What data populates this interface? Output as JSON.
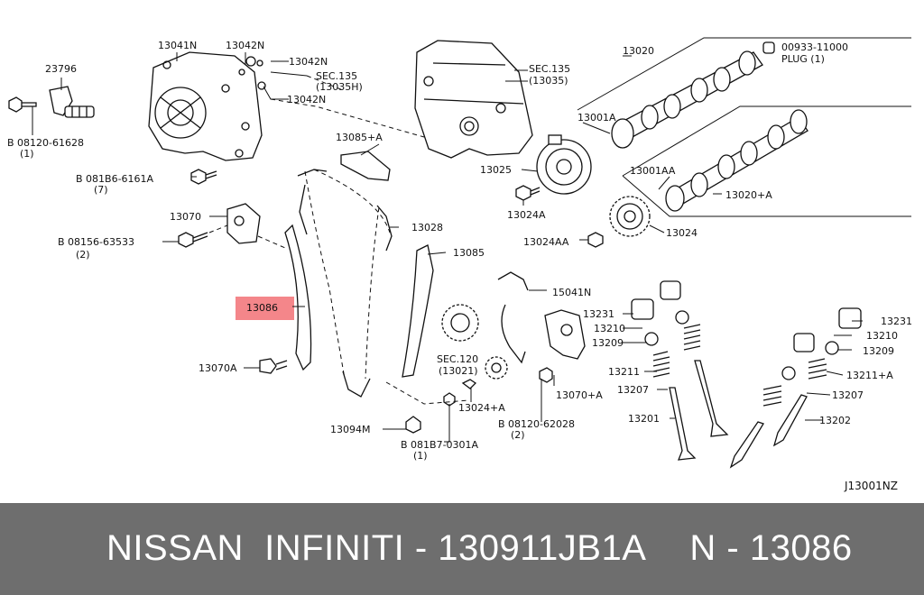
{
  "diagram": {
    "figure_id": "J13001NZ",
    "highlighted_part": "13086",
    "labels": {
      "l23796": "23796",
      "l13041N": "13041N",
      "l13042N_a": "13042N",
      "l13042N_b": "13042N",
      "l13042N_c": "13042N",
      "lsec135_a": "SEC.135",
      "lsec135_a2": "(13035H)",
      "lsec135_b": "SEC.135",
      "lsec135_b2": "(13035)",
      "l13020": "13020",
      "lplug1": "00933-11000",
      "lplug2": "PLUG (1)",
      "l13001A": "13001A",
      "l08120_61628": "B 08120-61628",
      "l08120_61628q": "(1)",
      "l13085A": "13085+A",
      "l13025": "13025",
      "l081B6": "B 081B6-6161A",
      "l081B6q": "(7)",
      "l13001AA": "13001AA",
      "l13020A": "13020+A",
      "l13024A": "13024A",
      "l13070": "13070",
      "l13028": "13028",
      "l08156": "B 08156-63533",
      "l08156q": "(2)",
      "l13024AA": "13024AA",
      "l13024": "13024",
      "l13085": "13085",
      "l15041N": "15041N",
      "l13231a": "13231",
      "l13210a": "13210",
      "l13209a": "13209",
      "l13231b": "13231",
      "l13210b": "13210",
      "l13209b": "13209",
      "lsec120": "SEC.120",
      "lsec120b": "(13021)",
      "l13211a": "13211",
      "l13211b": "13211+A",
      "l13070A": "13070A",
      "l13070pA": "13070+A",
      "l13207a": "13207",
      "l13207b": "13207",
      "l13024pA": "13024+A",
      "l13201": "13201",
      "l13202": "13202",
      "l08120_62028": "B 08120-62028",
      "l08120_62028q": "(2)",
      "l13094M": "13094M",
      "l081B7": "B 081B7-0301A",
      "l081B7q": "(1)"
    }
  },
  "footer": {
    "brand": "NISSAN  INFINITI - 130911JB1A",
    "part_ref": "N - 13086"
  }
}
